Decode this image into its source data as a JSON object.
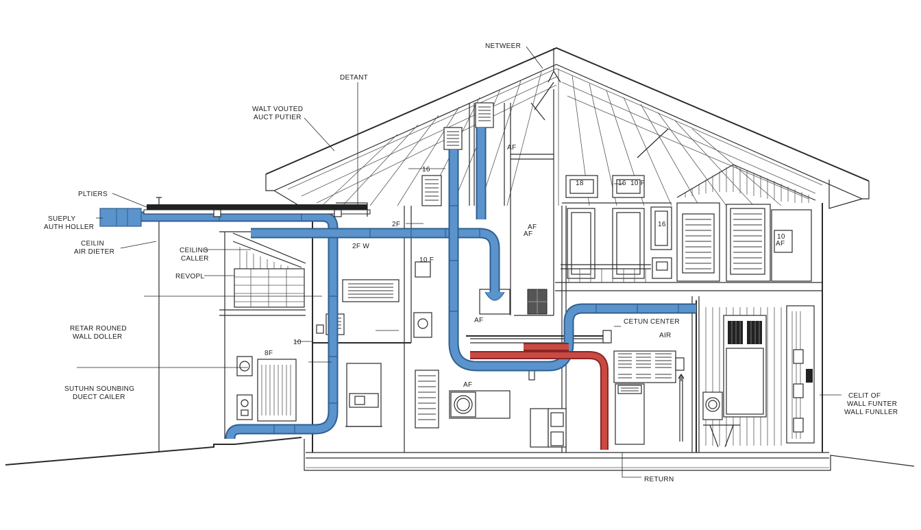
{
  "diagram": {
    "labels": {
      "netweer": "NETWEER",
      "detant": "DETANT",
      "walt_line1": "WALT VOUTED",
      "walt_line2": "AUCT PUTIER",
      "pltiers": "PLTIERS",
      "supply_line1": "SUEPLY",
      "supply_line2": "AUTH HOLLER",
      "ceilin_line1": "CEILIN",
      "ceilin_line2": "AIR DIETER",
      "ceiling_line1": "CEILING",
      "ceiling_line2": "CALLER",
      "revopl": "REVOPL",
      "retar_line1": "RETAR ROUNED",
      "retar_line2": "WALL DOLLER",
      "sutuhn_line1": "SUTUHN SOUNBING",
      "sutuhn_line2": "DUECT CAILER",
      "cetun_center": "CETUN CENTER",
      "air_center": "AIR",
      "celit_line1": "CELIT OF",
      "celit_line2": "WALL FUNTER",
      "celit_line3": "WALL FUNLLER",
      "return": "RETURN"
    },
    "tags": {
      "t16a": "16",
      "t18": "18",
      "t16b": "16",
      "t2f": "2F",
      "t10f": "10 F",
      "t10f2": "10 F",
      "taf1": "AF",
      "taf2": "AF",
      "taf3": "AF",
      "taf4": "AF",
      "taf5": "AF",
      "taf6": "AF",
      "t2fw": "2F W",
      "t10": "10",
      "t8f": "8F",
      "t16c": "16",
      "t10b": "10"
    }
  },
  "colors": {
    "supply_duct": "#5b93cc",
    "return_duct": "#c94a43",
    "linework": "#2a2a2a"
  }
}
